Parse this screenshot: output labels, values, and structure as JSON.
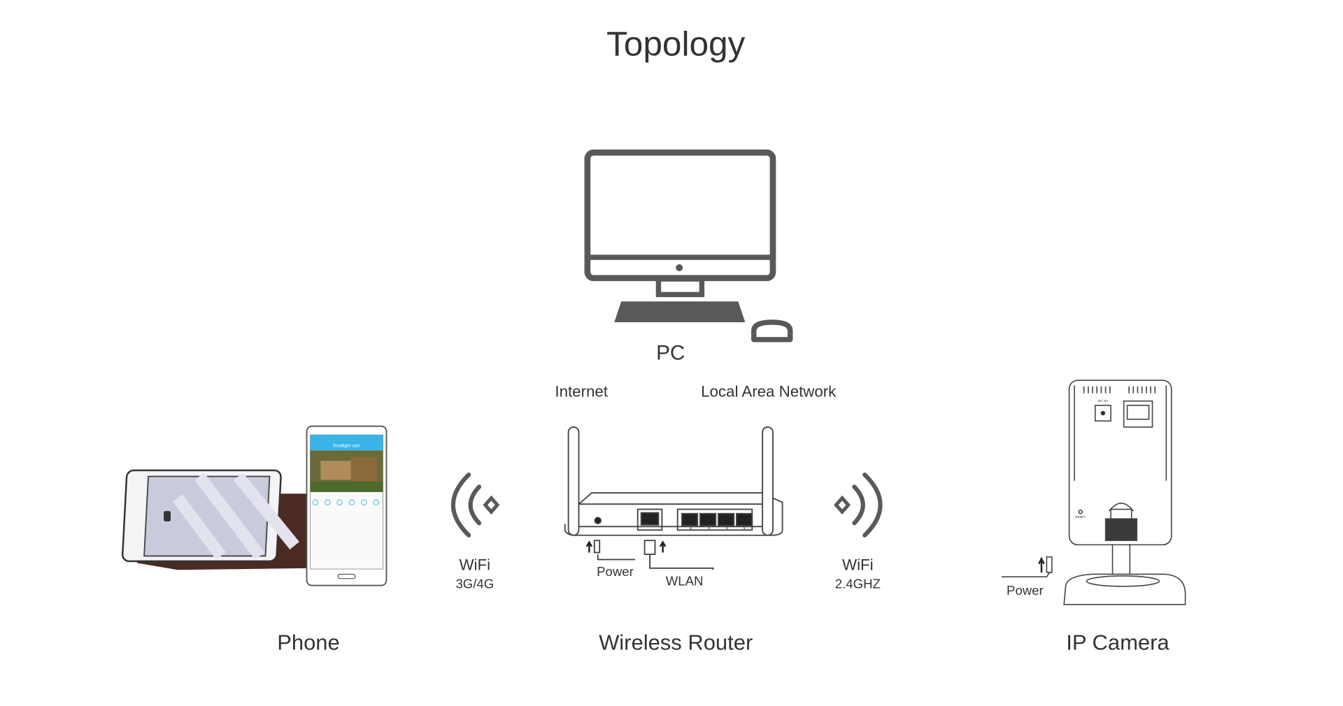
{
  "title": "Topology",
  "nodes": {
    "pc": {
      "label": "PC"
    },
    "phone": {
      "label": "Phone",
      "app_title": "floodlight cam"
    },
    "router": {
      "label": "Wireless Router",
      "power_label": "Power",
      "wlan_label": "WLAN",
      "ports": [
        "4",
        "3",
        "2",
        "1"
      ]
    },
    "camera": {
      "label": "IP Camera",
      "power_label": "Power",
      "dc_label": "DC 5V",
      "reset_label": "RESET"
    }
  },
  "links": {
    "internet": "Internet",
    "lan": "Local Area Network",
    "left_wifi": {
      "line1": "WiFi",
      "line2": "3G/4G"
    },
    "right_wifi": {
      "line1": "WiFi",
      "line2": "2.4GHZ"
    }
  },
  "colors": {
    "device": "#58595b",
    "text": "#333333",
    "app_accent": "#3ab4e6"
  }
}
